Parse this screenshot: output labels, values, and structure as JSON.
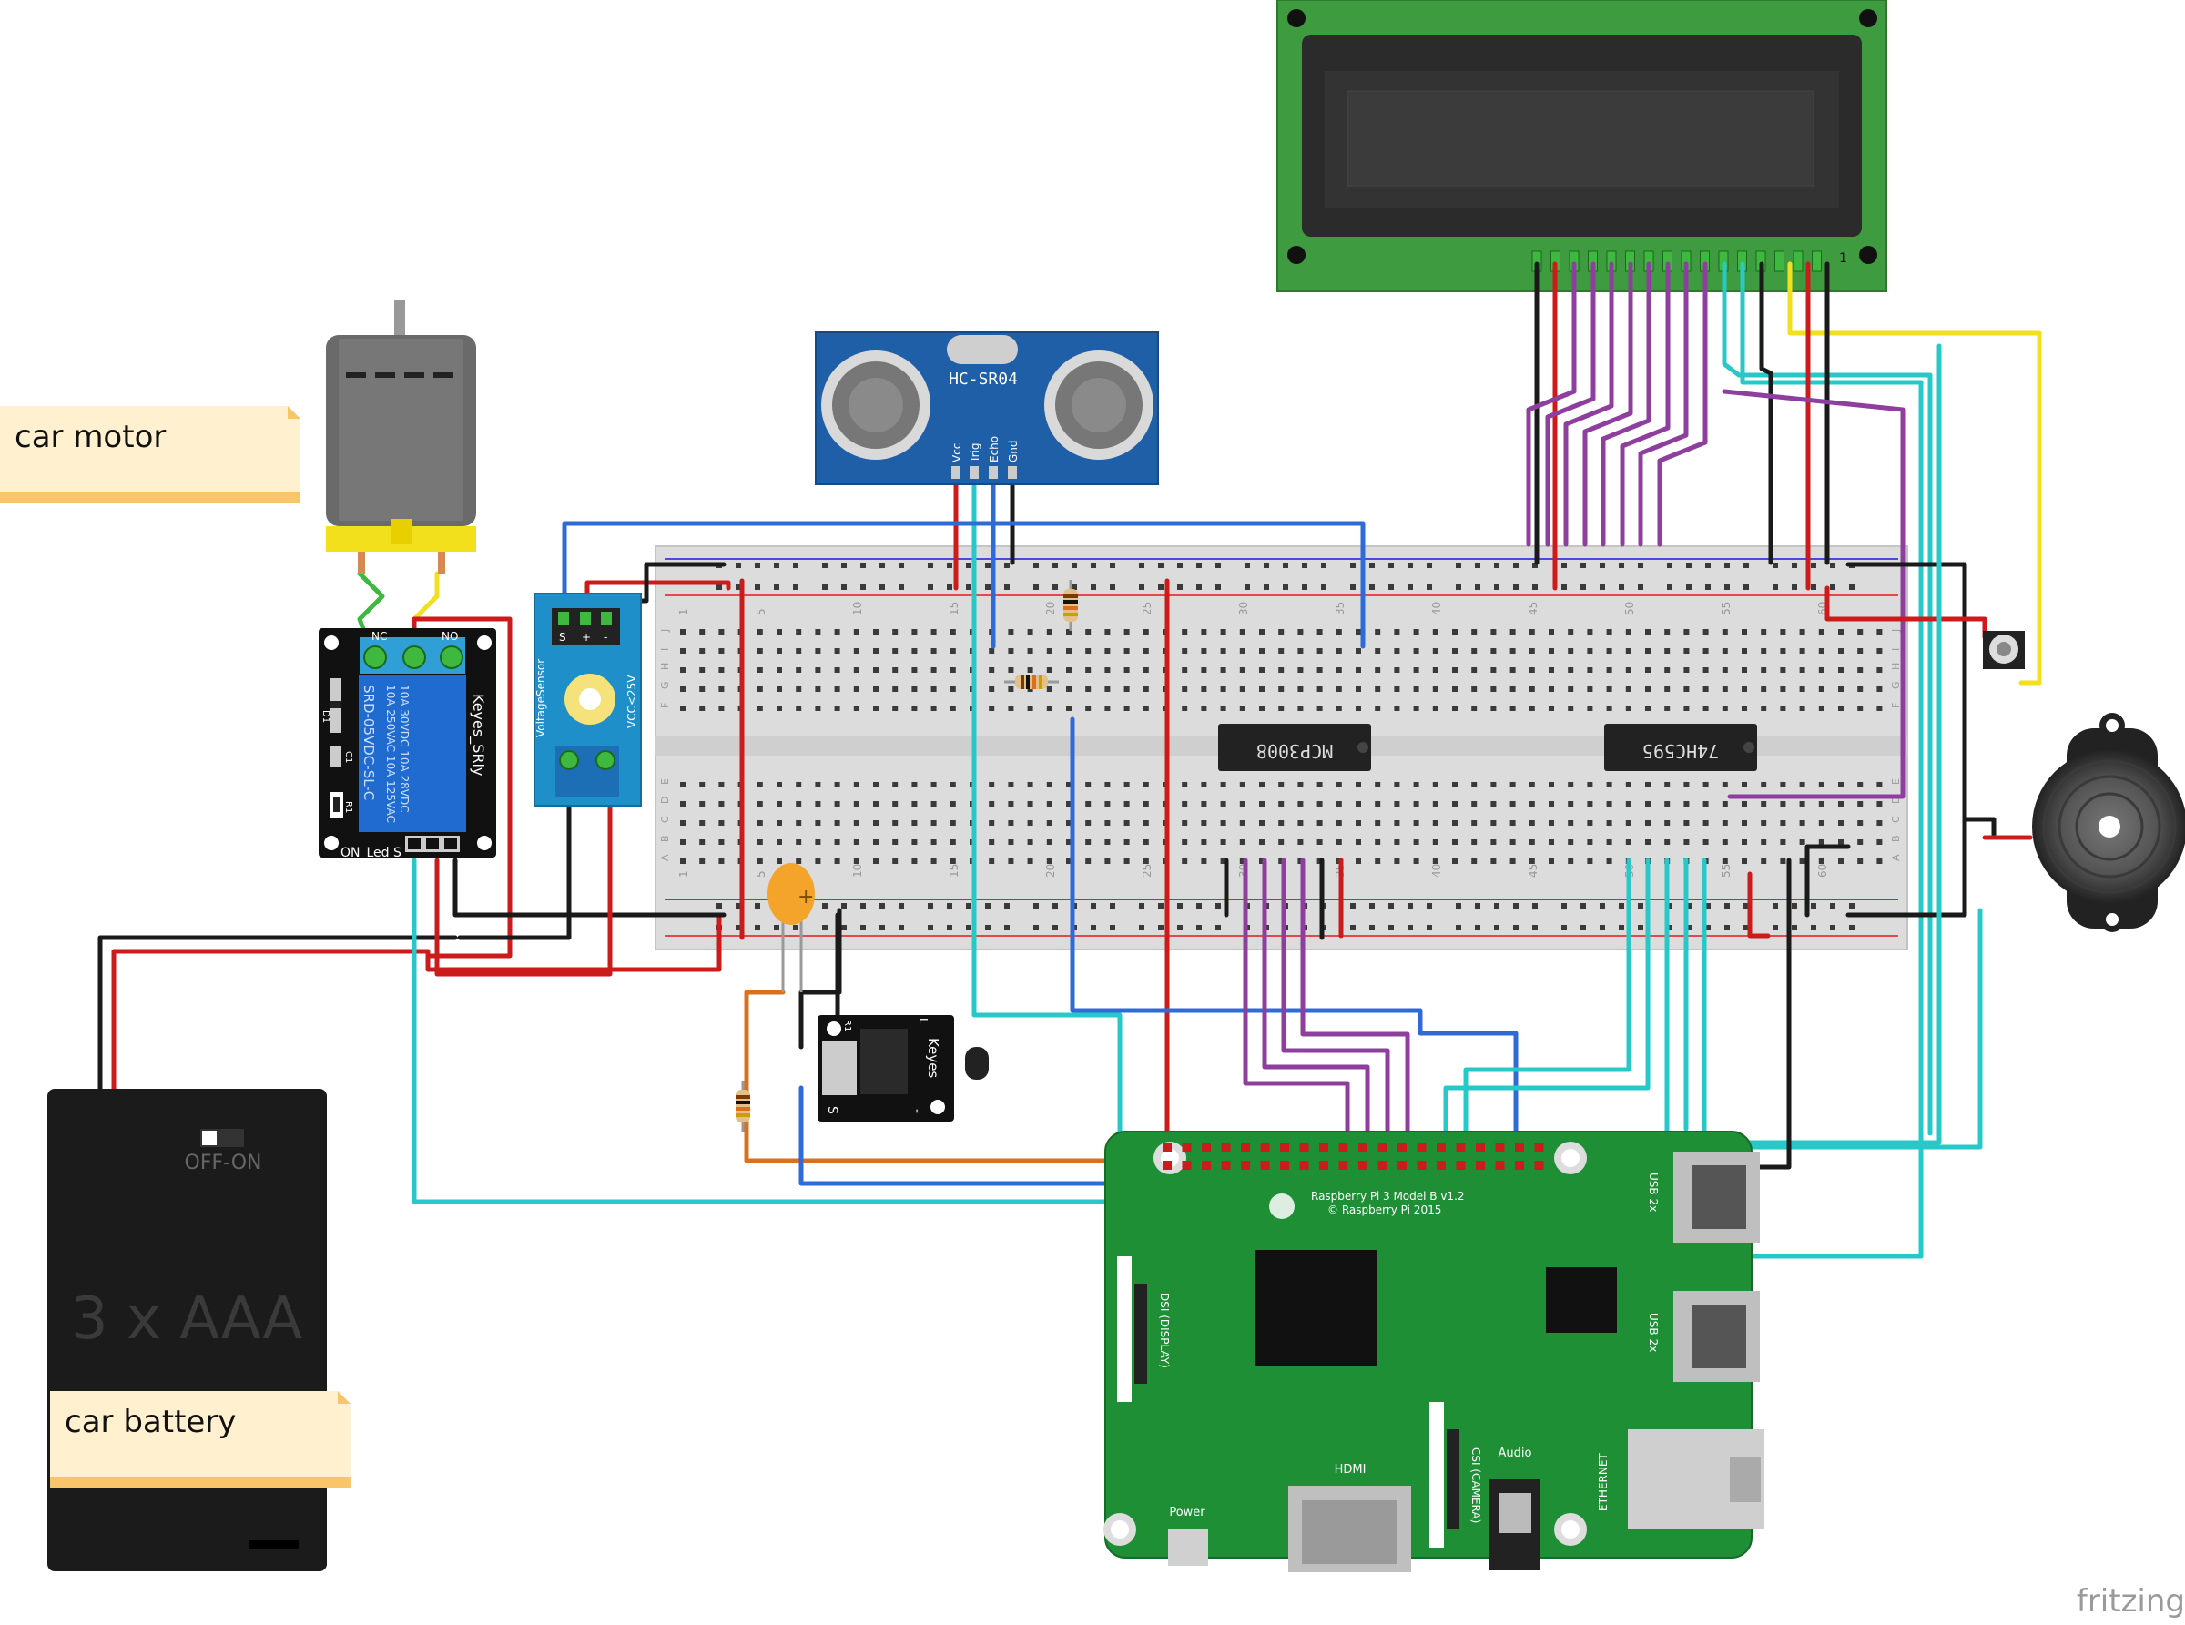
{
  "annotations": {
    "car_motor": "car motor",
    "car_battery": "car battery"
  },
  "components": {
    "ultrasonic": {
      "name": "HC-SR04",
      "pins": [
        "Vcc",
        "Trig",
        "Echo",
        "Gnd"
      ]
    },
    "adc_chip": "MCP3008",
    "shift_register": "74HC595",
    "relay": {
      "label": "Keyes_SRly",
      "model": "SRD-05VDC-SL-C",
      "rating_1": "10A 250VAC 10A 125VAC",
      "rating_2": "10A 30VDC 10A 28VDC",
      "no_left": "NC",
      "no_right": "NO",
      "bottom": "ON_Led",
      "pin_s": "S",
      "diode": "D1",
      "cap": "C1",
      "res": "R1"
    },
    "voltage_sensor": {
      "label": "VoltageSensor",
      "spec": "VCC<25V",
      "pins": [
        "S",
        "+",
        "-"
      ]
    },
    "ir_receiver": {
      "label": "Keyes",
      "pins": [
        "S",
        "R1",
        "L",
        "-"
      ]
    },
    "battery": {
      "switch_label": "OFF-ON",
      "type": "3 x AAA"
    },
    "raspberry_pi": {
      "model": "Raspberry Pi 3 Model B v1.2",
      "copyright": "© Raspberry Pi 2015",
      "usb_1": "USB 2x",
      "usb_2": "USB 2x",
      "ethernet": "ETHERNET",
      "dsi": "DSI (DISPLAY)",
      "csi": "CSI (CAMERA)",
      "hdmi": "HDMI",
      "audio": "Audio",
      "power": "Power"
    },
    "lcd_pin1": "1"
  },
  "breadboard": {
    "column_numbers": [
      "1",
      "5",
      "10",
      "15",
      "20",
      "25",
      "30",
      "35",
      "40",
      "45",
      "50",
      "55",
      "60"
    ],
    "row_letters_top": [
      "J",
      "I",
      "H",
      "G",
      "F"
    ],
    "row_letters_bottom": [
      "E",
      "D",
      "C",
      "B",
      "A"
    ]
  },
  "branding": "fritzing",
  "colors": {
    "wire_red": "#cc1b1b",
    "wire_black": "#1a1a1a",
    "wire_blue": "#2f6bd6",
    "wire_cyan": "#27c8c8",
    "wire_purple": "#8e3f9e",
    "wire_yellow": "#f2e01c",
    "wire_green": "#3fb83f",
    "wire_orange": "#d9701f",
    "pcb_green": "#1f8f36",
    "lcd_green": "#3f9b3f",
    "sensor_blue": "#1e6bb0"
  }
}
